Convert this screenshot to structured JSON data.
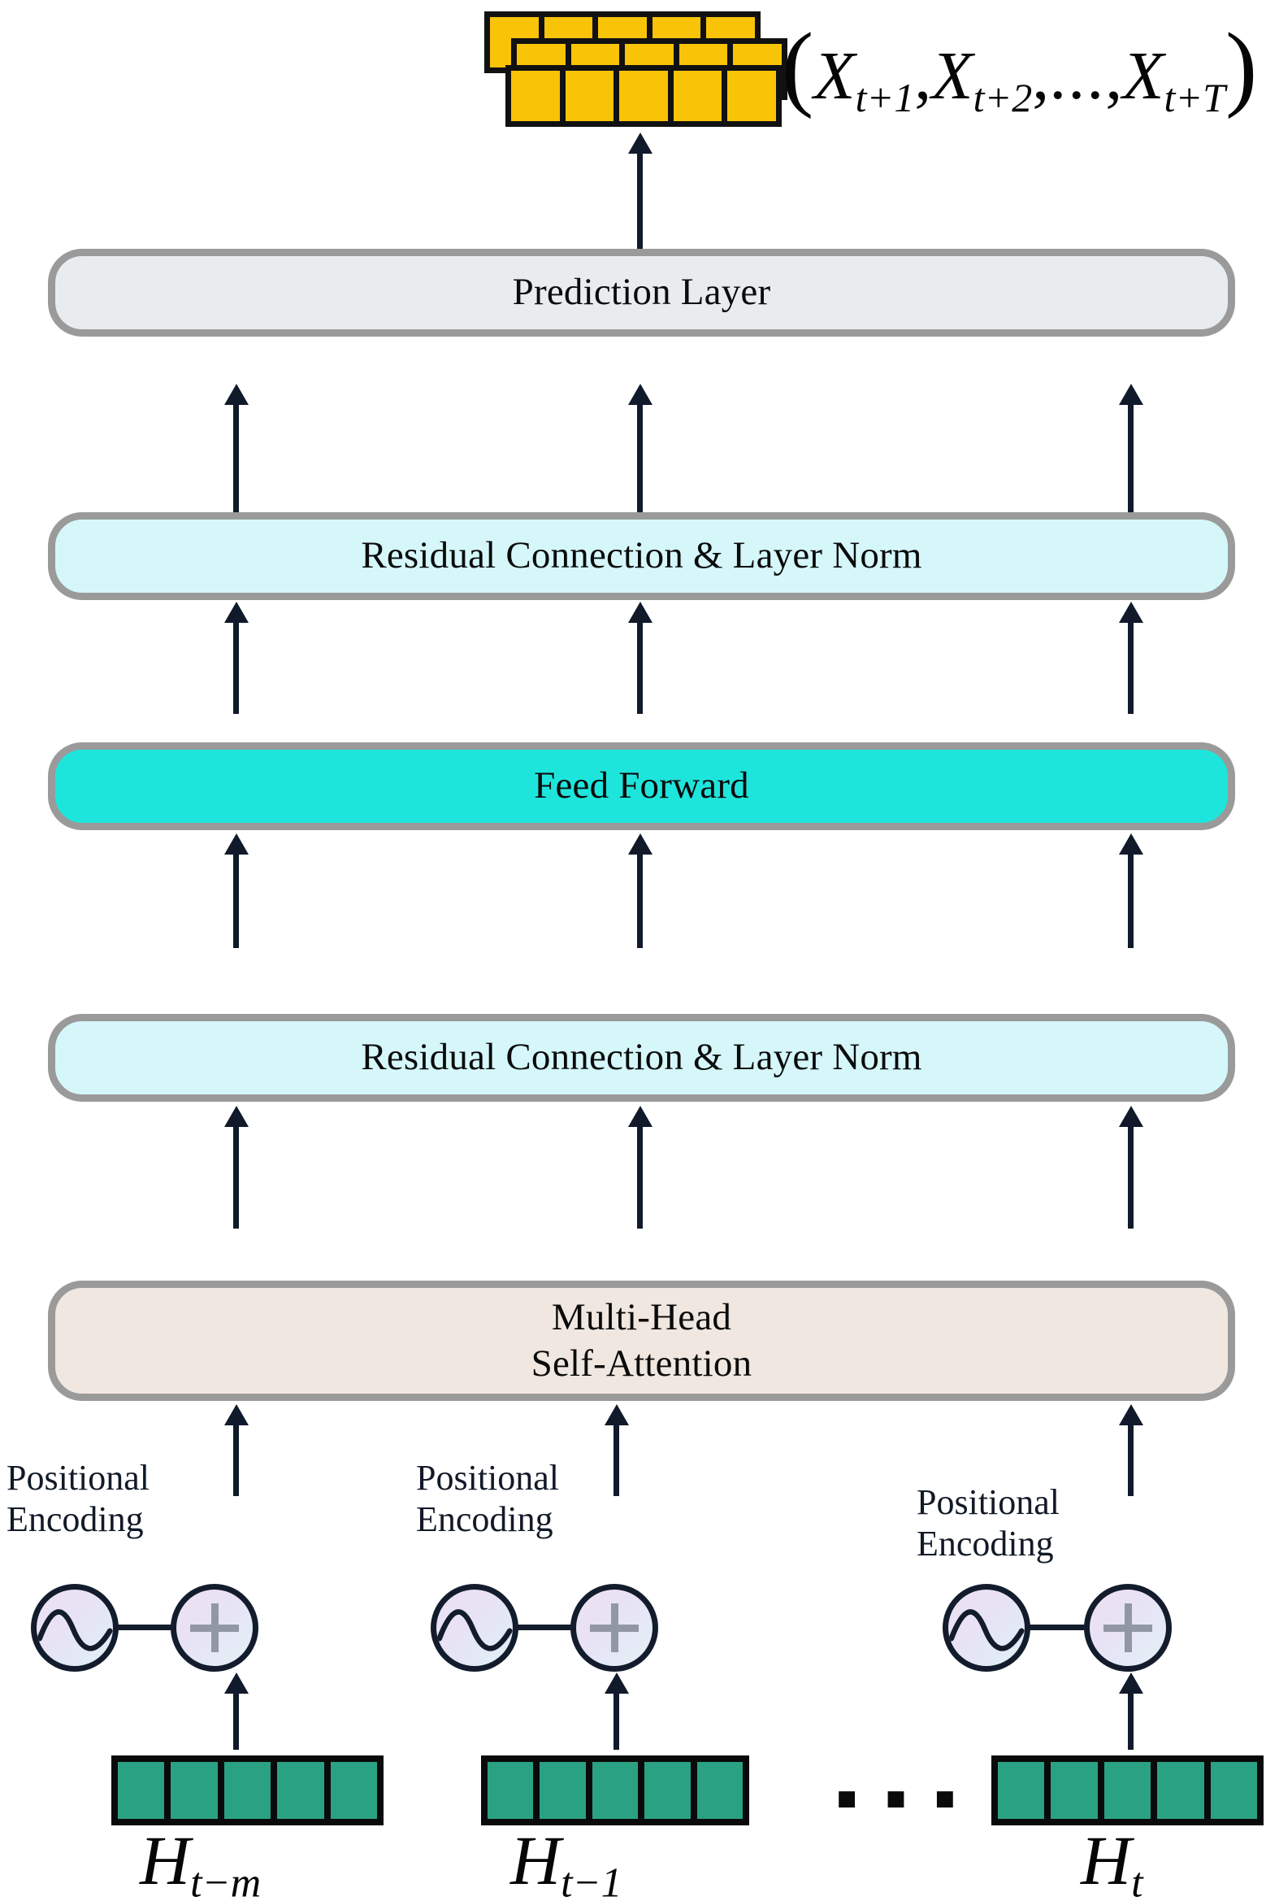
{
  "diagram": {
    "title": "Transformer encoder architecture for multi-step prediction",
    "colors": {
      "output_block": "#F9C307",
      "input_block": "#2BA183",
      "prediction_layer": "#E8ECEE",
      "residual_norm": "#D5F7FA",
      "feed_forward": "#1EE5DC",
      "attention": "#EFE7E0",
      "box_border": "#9A9A9A",
      "arrow": "#101A2B"
    }
  },
  "output": {
    "blocks_label": "output-sequence-blocks",
    "stack_count": 3,
    "cells_per_bar": 5,
    "formula": {
      "open_paren": "(",
      "terms": [
        {
          "base": "X",
          "sub": "t+1"
        },
        {
          "base": "X",
          "sub": "t+2"
        }
      ],
      "comma": ",",
      "ellipsis": "...",
      "last_term": {
        "base": "X",
        "sub": "t+T"
      },
      "close_paren": ")"
    }
  },
  "layers": [
    {
      "id": "prediction-layer",
      "label": "Prediction Layer"
    },
    {
      "id": "residual-norm-top",
      "label": "Residual Connection & Layer Norm"
    },
    {
      "id": "feed-forward",
      "label": "Feed Forward"
    },
    {
      "id": "residual-norm-bottom",
      "label": "Residual Connection & Layer Norm"
    },
    {
      "id": "multi-head-attention",
      "label": "Multi-Head\nSelf-Attention"
    }
  ],
  "positional_encodings": [
    {
      "id": "pe-left",
      "label": "Positional\nEncoding",
      "plus": "+"
    },
    {
      "id": "pe-middle",
      "label": "Positional\nEncoding",
      "plus": "+"
    },
    {
      "id": "pe-right",
      "label": "Positional\nEncoding",
      "plus": "+"
    }
  ],
  "inputs": [
    {
      "id": "input-left",
      "cells": 5,
      "base": "H",
      "sub": "t−m"
    },
    {
      "id": "input-middle",
      "cells": 5,
      "base": "H",
      "sub": "t−1"
    },
    {
      "id": "input-right",
      "cells": 5,
      "base": "H",
      "sub": "t"
    }
  ],
  "separator": {
    "ellipsis": "▪ ▪ ▪"
  }
}
